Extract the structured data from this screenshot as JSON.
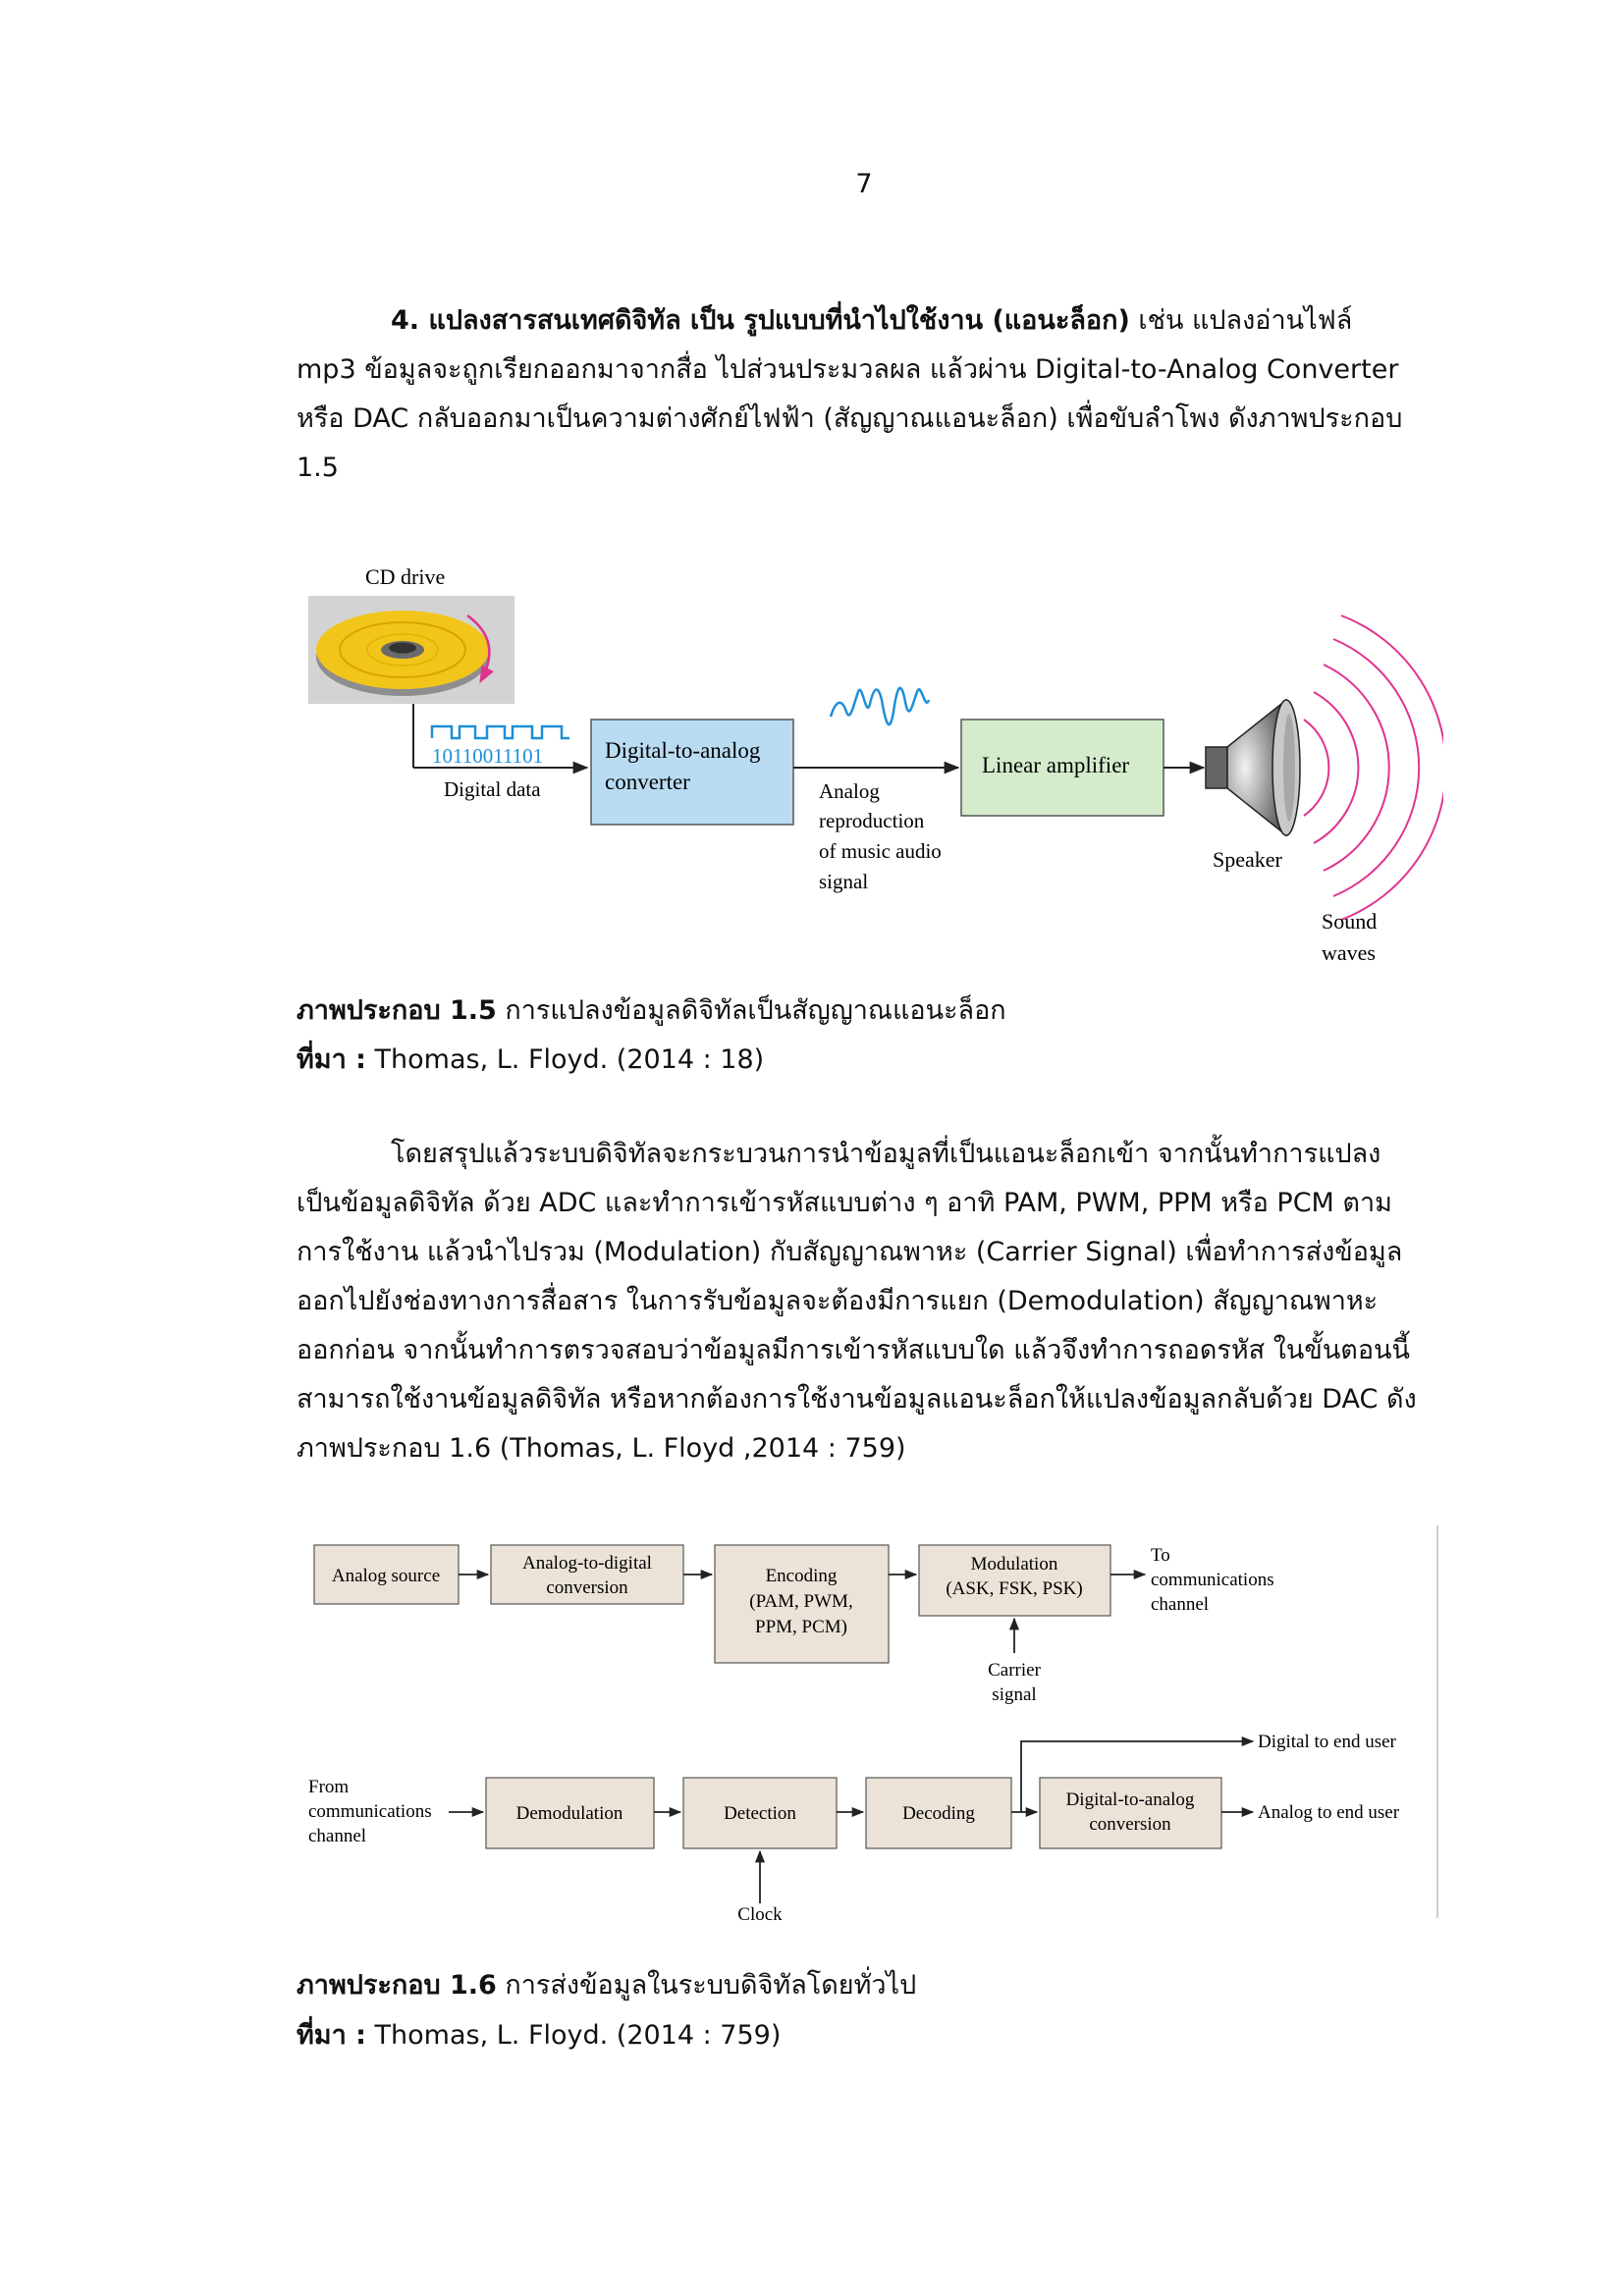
{
  "page_number": "7",
  "para1": {
    "heading": "4. แปลงสารสนเทศดิจิทัล เป็น รูปแบบที่นำไปใช้งาน (แอนะล็อก)",
    "line1_rest": " เช่น แปลงอ่านไฟล์",
    "line2": "mp3 ข้อมูลจะถูกเรียกออกมาจากสื่อ ไปส่วนประมวลผล แล้วผ่าน Digital-to-Analog Converter",
    "line3": "หรือ DAC กลับออกมาเป็นความต่างศักย์ไฟฟ้า (สัญญาณแอนะล็อก) เพื่อขับลำโพง ดังภาพประกอบ",
    "line4": "1.5"
  },
  "figure1": {
    "cd_drive": "CD drive",
    "bits": "10110011101",
    "digital_data": "Digital data",
    "dac_line1": "Digital-to-analog",
    "dac_line2": "converter",
    "analog_line1": "Analog",
    "analog_line2": "reproduction",
    "analog_line3": "of music audio",
    "analog_line4": "signal",
    "linear_amplifier": "Linear amplifier",
    "speaker": "Speaker",
    "sound_line1": "Sound",
    "sound_line2": "waves",
    "colors": {
      "disc": "#f2c51a",
      "dac_box": "#b9dcf2",
      "amp_box": "#d4eccc",
      "arrow_magenta": "#e0338f",
      "bits_blue": "#1e8fd6",
      "waves": "#e0338f",
      "cd_bg": "#d3d3d3"
    }
  },
  "caption1": {
    "label": "ภาพประกอบ 1.5",
    "text": " การแปลงข้อมูลดิจิทัลเป็นสัญญาณแอนะล็อก"
  },
  "source1": {
    "label": "ที่มา :",
    "text": " Thomas, L. Floyd. (2014 : 18)"
  },
  "para2": {
    "line1": "โดยสรุปแล้วระบบดิจิทัลจะกระบวนการนำข้อมูลที่เป็นแอนะล็อกเข้า จากนั้นทำการแปลง",
    "line2": "เป็นข้อมูลดิจิทัล ด้วย ADC และทำการเข้ารหัสแบบต่าง ๆ อาทิ PAM, PWM, PPM หรือ PCM ตาม",
    "line3": "การใช้งาน แล้วนำไปรวม (Modulation) กับสัญญาณพาหะ (Carrier Signal) เพื่อทำการส่งข้อมูล",
    "line4": "ออกไปยังช่องทางการสื่อสาร ในการรับข้อมูลจะต้องมีการแยก (Demodulation) สัญญาณพาหะ",
    "line5": "ออกก่อน จากนั้นทำการตรวจสอบว่าข้อมูลมีการเข้ารหัสแบบใด แล้วจึงทำการถอดรหัส ในขั้นตอนนี้",
    "line6": "สามารถใช้งานข้อมูลดิจิทัล หรือหากต้องการใช้งานข้อมูลแอนะล็อกให้แปลงข้อมูลกลับด้วย DAC ดัง",
    "line7": "ภาพประกอบ 1.6 (Thomas, L. Floyd ,2014 : 759)"
  },
  "figure2": {
    "analog_source": "Analog source",
    "adc_line1": "Analog-to-digital",
    "adc_line2": "conversion",
    "enc_line1": "Encoding",
    "enc_line2": "(PAM, PWM,",
    "enc_line3": "PPM, PCM)",
    "mod_line1": "Modulation",
    "mod_line2": "(ASK, FSK, PSK)",
    "to_line1": "To",
    "to_line2": "communications",
    "to_line3": "channel",
    "carrier_line1": "Carrier",
    "carrier_line2": "signal",
    "from_line1": "From",
    "from_line2": "communications",
    "from_line3": "channel",
    "demodulation": "Demodulation",
    "detection": "Detection",
    "decoding": "Decoding",
    "dac_line1": "Digital-to-analog",
    "dac_line2": "conversion",
    "digital_end": "Digital to end user",
    "analog_end": "Analog to end user",
    "clock": "Clock",
    "colors": {
      "box_fill": "#ece3d8",
      "box_stroke": "#555555"
    }
  },
  "caption2": {
    "label": "ภาพประกอบ 1.6",
    "text": " การส่งข้อมูลในระบบดิจิทัลโดยทั่วไป"
  },
  "source2": {
    "label": "ที่มา :",
    "text": " Thomas, L. Floyd. (2014 : 759)"
  }
}
